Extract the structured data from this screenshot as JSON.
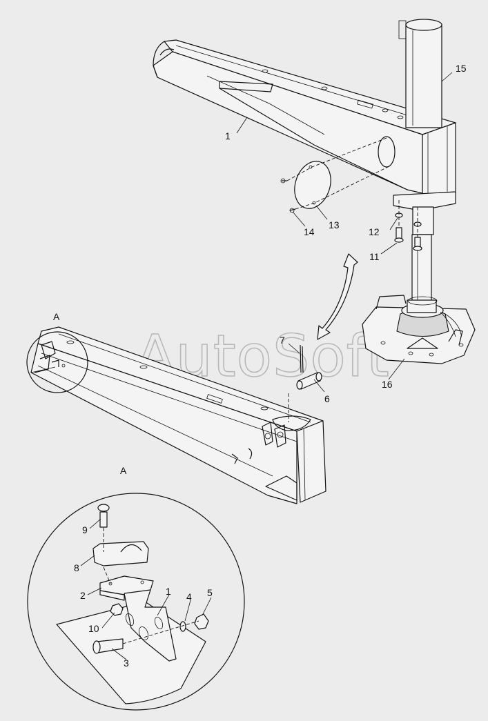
{
  "watermark": "AutoSoft",
  "view_labels": {
    "detail_marker": "A",
    "detail_title": "A"
  },
  "callouts": {
    "c1_top": "1",
    "c15": "15",
    "c12": "12",
    "c11": "11",
    "c13": "13",
    "c14": "14",
    "c16": "16",
    "c7": "7",
    "c6": "6",
    "c9": "9",
    "c8": "8",
    "c2": "2",
    "c1_detail": "1",
    "c4": "4",
    "c5": "5",
    "c10": "10",
    "c3": "3"
  },
  "colors": {
    "background": "#ececec",
    "line": "#111111",
    "watermark": "#b8b8b8"
  }
}
